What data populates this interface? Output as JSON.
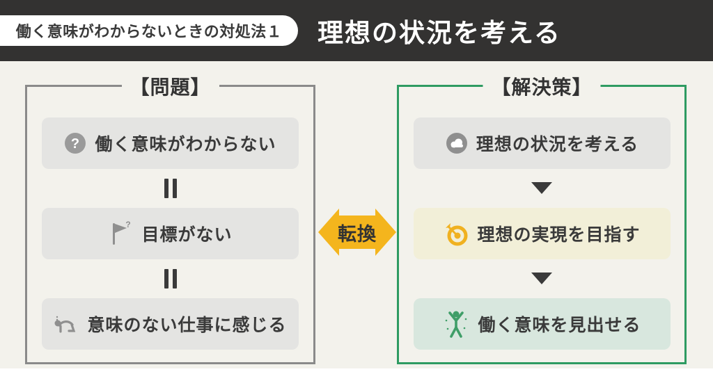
{
  "header": {
    "badge": "働く意味がわからないときの対処法１",
    "title": "理想の状況を考える"
  },
  "problem_panel": {
    "title": "【問題】",
    "items": [
      {
        "icon": "question-circle-icon",
        "label": "働く意味がわからない"
      },
      {
        "icon": "flag-question-icon",
        "label": "目標がない"
      },
      {
        "icon": "crawling-person-icon",
        "label": "意味のない仕事に感じる"
      }
    ],
    "connector": "equals-icon"
  },
  "solution_panel": {
    "title": "【解決策】",
    "items": [
      {
        "icon": "cloud-icon",
        "label": "理想の状況を考える"
      },
      {
        "icon": "dart-target-icon",
        "label": "理想の実現を目指す"
      },
      {
        "icon": "cheering-person-icon",
        "label": "働く意味を見出せる"
      }
    ],
    "connector": "down-arrow-icon"
  },
  "transition_arrow": {
    "label": "転換"
  },
  "colors": {
    "header_bg": "#333231",
    "page_bg": "#f3f2ec",
    "problem_border": "#8a8a8a",
    "solution_border": "#2e9b62",
    "gray_box": "#e4e4e2",
    "cream_box": "#f2efd8",
    "green_box": "#d8e7de",
    "arrow_yellow": "#f4b51d",
    "icon_gray": "#919191",
    "icon_yellow": "#f0b120",
    "icon_green": "#3f9e68",
    "text_dark": "#3a3a3a"
  }
}
